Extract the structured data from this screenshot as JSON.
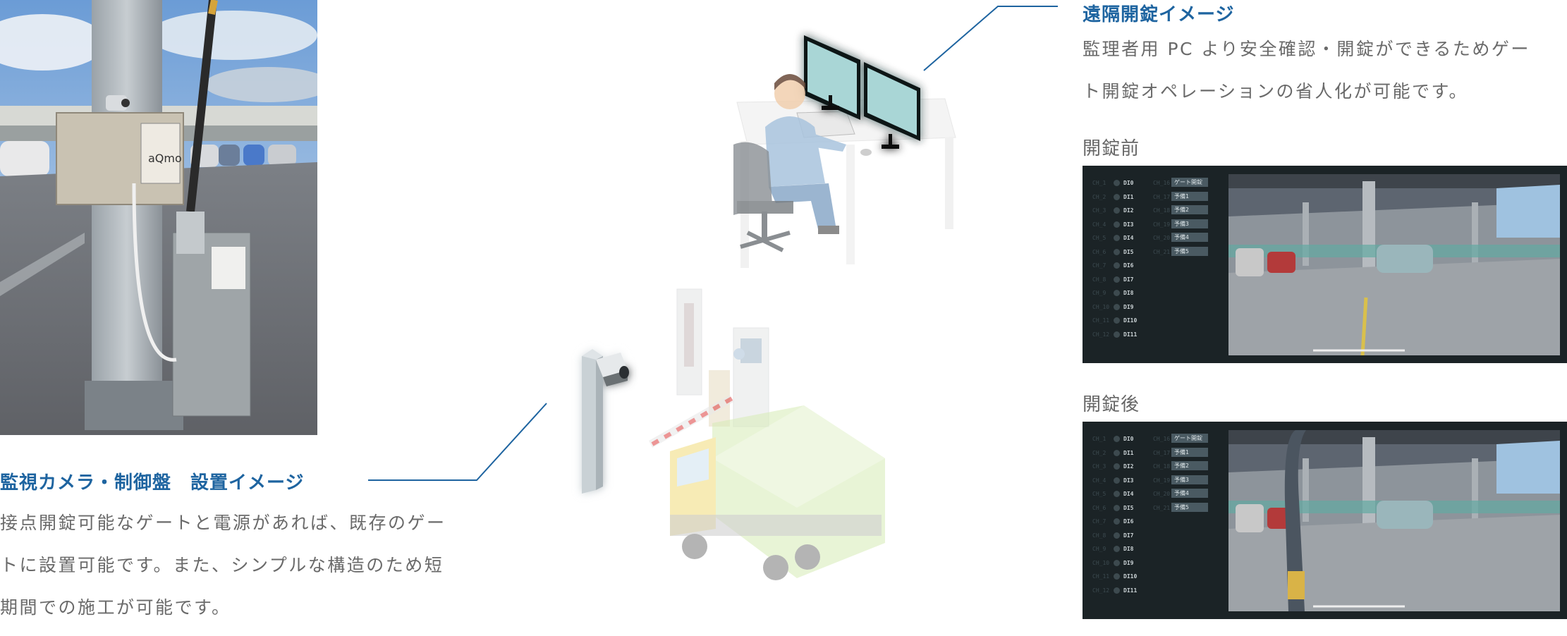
{
  "install_section": {
    "title": "監視カメラ・制御盤　設置イメージ",
    "lines": [
      "接点開錠可能なゲートと電源があれば、既存のゲー",
      "トに設置可能です。また、シンプルな構造のため短",
      "期間での施工が可能です。"
    ],
    "box_logo": "aQmo"
  },
  "remote_section": {
    "title": "遠隔開錠イメージ",
    "lines": [
      "監理者用 PC より安全確認・開錠ができるためゲー",
      "ト開錠オペレーションの省人化が可能です。"
    ]
  },
  "before": {
    "label": "開錠前",
    "left_column": [
      {
        "ch": "CH_1",
        "name": "DI0"
      },
      {
        "ch": "CH_2",
        "name": "DI1"
      },
      {
        "ch": "CH_3",
        "name": "DI2"
      },
      {
        "ch": "CH_4",
        "name": "DI3"
      },
      {
        "ch": "CH_5",
        "name": "DI4"
      },
      {
        "ch": "CH_6",
        "name": "DI5"
      },
      {
        "ch": "CH_7",
        "name": "DI6"
      },
      {
        "ch": "CH_8",
        "name": "DI7"
      },
      {
        "ch": "CH_9",
        "name": "DI8"
      },
      {
        "ch": "CH_10",
        "name": "DI9"
      },
      {
        "ch": "CH_11",
        "name": "DI10"
      },
      {
        "ch": "CH_12",
        "name": "DI11"
      }
    ],
    "right_column": [
      {
        "ch": "CH_16",
        "chip": "ゲート開錠"
      },
      {
        "ch": "CH_17",
        "chip": "予備1"
      },
      {
        "ch": "CH_18",
        "chip": "予備2"
      },
      {
        "ch": "CH_19",
        "chip": "予備3"
      },
      {
        "ch": "CH_20",
        "chip": "予備4"
      },
      {
        "ch": "CH_21",
        "chip": "予備5"
      }
    ]
  },
  "after": {
    "label": "開錠後",
    "left_column": [
      {
        "ch": "CH_1",
        "name": "DI0"
      },
      {
        "ch": "CH_2",
        "name": "DI1"
      },
      {
        "ch": "CH_3",
        "name": "DI2"
      },
      {
        "ch": "CH_4",
        "name": "DI3"
      },
      {
        "ch": "CH_5",
        "name": "DI4"
      },
      {
        "ch": "CH_6",
        "name": "DI5"
      },
      {
        "ch": "CH_7",
        "name": "DI6"
      },
      {
        "ch": "CH_8",
        "name": "DI7"
      },
      {
        "ch": "CH_9",
        "name": "DI8"
      },
      {
        "ch": "CH_10",
        "name": "DI9"
      },
      {
        "ch": "CH_11",
        "name": "DI10"
      },
      {
        "ch": "CH_12",
        "name": "DI11"
      }
    ],
    "right_column": [
      {
        "ch": "CH_16",
        "chip": "ゲート開錠"
      },
      {
        "ch": "CH_17",
        "chip": "予備1"
      },
      {
        "ch": "CH_18",
        "chip": "予備2"
      },
      {
        "ch": "CH_19",
        "chip": "予備3"
      },
      {
        "ch": "CH_20",
        "chip": "予備4"
      },
      {
        "ch": "CH_21",
        "chip": "予備5"
      }
    ]
  },
  "colors": {
    "accent": "#1e64a0",
    "screen_bg": "#1b2326",
    "monitor_screen": "#a9d6d6"
  }
}
